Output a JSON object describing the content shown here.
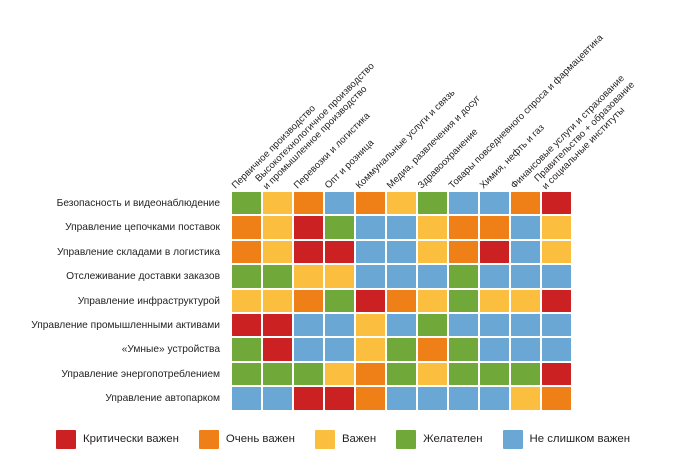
{
  "chart_data": {
    "type": "heatmap",
    "title": "",
    "xlabel": "",
    "ylabel": "",
    "grid": false,
    "legend_position": "bottom",
    "categories_x": [
      {
        "line1": "Первичное производство",
        "line2": ""
      },
      {
        "line1": "Высокотехнологичное производство",
        "line2": "и промышленное производство"
      },
      {
        "line1": "Перевозки и логистика",
        "line2": ""
      },
      {
        "line1": "Опт и розница",
        "line2": ""
      },
      {
        "line1": "Коммунальные услуги и связь",
        "line2": ""
      },
      {
        "line1": "Медиа, развлечения и досуг",
        "line2": ""
      },
      {
        "line1": "Здравоохранение",
        "line2": ""
      },
      {
        "line1": "Товары повседневного спроса и фармацевтика",
        "line2": ""
      },
      {
        "line1": "Химия, нефть и газ",
        "line2": ""
      },
      {
        "line1": "Финансовые услуги и страхование",
        "line2": ""
      },
      {
        "line1": "Правительство + образование",
        "line2": "и социальные институты"
      }
    ],
    "categories_y": [
      "Безопасность и видеонаблюдение",
      "Управление цепочками поставок",
      "Управление складами в логистика",
      "Отслеживание доставки заказов",
      "Управление инфраструктурой",
      "Управление промышленными активами",
      "«Умные» устройства",
      "Управление энергопотреблением",
      "Управление автопарком"
    ],
    "value_scale": [
      {
        "key": "critical",
        "label": "Критически важен",
        "color": "#CC2122",
        "rank": 5
      },
      {
        "key": "very_important",
        "label": "Очень важен",
        "color": "#EF8018",
        "rank": 4
      },
      {
        "key": "important",
        "label": "Важен",
        "color": "#FBBE3F",
        "rank": 3
      },
      {
        "key": "desirable",
        "label": "Желателен",
        "color": "#70A93A",
        "rank": 2
      },
      {
        "key": "not_very_important",
        "label": "Не слишком важен",
        "color": "#6BA7D4",
        "rank": 1
      }
    ],
    "values": [
      [
        "desirable",
        "important",
        "very_important",
        "not_very_important",
        "very_important",
        "important",
        "desirable",
        "not_very_important",
        "not_very_important",
        "very_important",
        "critical"
      ],
      [
        "very_important",
        "important",
        "critical",
        "desirable",
        "not_very_important",
        "not_very_important",
        "important",
        "very_important",
        "very_important",
        "not_very_important",
        "important"
      ],
      [
        "very_important",
        "important",
        "critical",
        "critical",
        "not_very_important",
        "not_very_important",
        "important",
        "very_important",
        "critical",
        "not_very_important",
        "important"
      ],
      [
        "desirable",
        "desirable",
        "important",
        "important",
        "not_very_important",
        "not_very_important",
        "not_very_important",
        "desirable",
        "not_very_important",
        "not_very_important",
        "not_very_important"
      ],
      [
        "important",
        "important",
        "very_important",
        "desirable",
        "critical",
        "very_important",
        "important",
        "desirable",
        "important",
        "important",
        "critical"
      ],
      [
        "critical",
        "critical",
        "not_very_important",
        "not_very_important",
        "important",
        "not_very_important",
        "desirable",
        "not_very_important",
        "not_very_important",
        "not_very_important",
        "not_very_important"
      ],
      [
        "desirable",
        "critical",
        "not_very_important",
        "not_very_important",
        "important",
        "desirable",
        "very_important",
        "desirable",
        "not_very_important",
        "not_very_important",
        "not_very_important"
      ],
      [
        "desirable",
        "desirable",
        "desirable",
        "important",
        "very_important",
        "desirable",
        "important",
        "desirable",
        "desirable",
        "desirable",
        "critical"
      ],
      [
        "not_very_important",
        "not_very_important",
        "critical",
        "critical",
        "very_important",
        "not_very_important",
        "not_very_important",
        "not_very_important",
        "not_very_important",
        "important",
        "very_important"
      ]
    ]
  },
  "legend": {
    "items": [
      {
        "label": "Критически важен",
        "color": "#CC2122"
      },
      {
        "label": "Очень важен",
        "color": "#EF8018"
      },
      {
        "label": "Важен",
        "color": "#FBBE3F"
      },
      {
        "label": "Желателен",
        "color": "#70A93A"
      },
      {
        "label": "Не слишком важен",
        "color": "#6BA7D4"
      }
    ]
  }
}
